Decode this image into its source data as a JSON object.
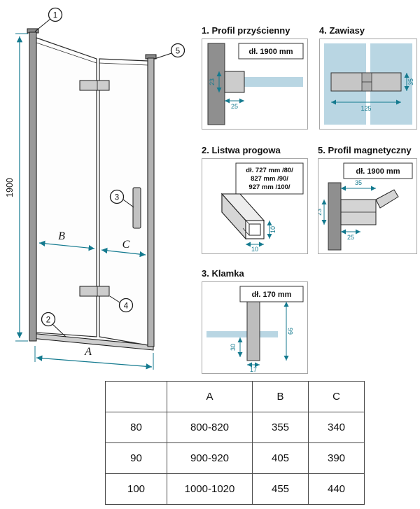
{
  "colors": {
    "accent": "#147a8f",
    "glass": "#b9d6e3",
    "wall": "#8f8f8f"
  },
  "main": {
    "callout_1": "1",
    "callout_2": "2",
    "callout_3": "3",
    "callout_4": "4",
    "callout_5": "5",
    "dim_height": "1900",
    "dim_a": "A",
    "dim_b": "B",
    "dim_c": "C"
  },
  "panels": {
    "p1": {
      "title": "1. Profil przyścienny",
      "length": "dł. 1900 mm",
      "dim_23": "23",
      "dim_25": "25"
    },
    "p4": {
      "title": "4. Zawiasy",
      "dim_125": "125",
      "dim_35": "35"
    },
    "p2": {
      "title": "2. Listwa progowa",
      "length_1": "dł. 727 mm /80/",
      "length_2": "827 mm /90/",
      "length_3": "927 mm /100/",
      "dim_h": "10",
      "dim_w": "10"
    },
    "p5": {
      "title": "5. Profil magnetyczny",
      "length": "dł. 1900 mm",
      "dim_35": "35",
      "dim_23": "23",
      "dim_25": "25"
    },
    "p3": {
      "title": "3. Klamka",
      "length": "dł. 170 mm",
      "dim_66": "66",
      "dim_30": "30",
      "dim_17": "17"
    }
  },
  "table": {
    "headers": [
      "",
      "A",
      "B",
      "C"
    ],
    "rows": [
      [
        "80",
        "800-820",
        "355",
        "340"
      ],
      [
        "90",
        "900-920",
        "405",
        "390"
      ],
      [
        "100",
        "1000-1020",
        "455",
        "440"
      ]
    ]
  }
}
